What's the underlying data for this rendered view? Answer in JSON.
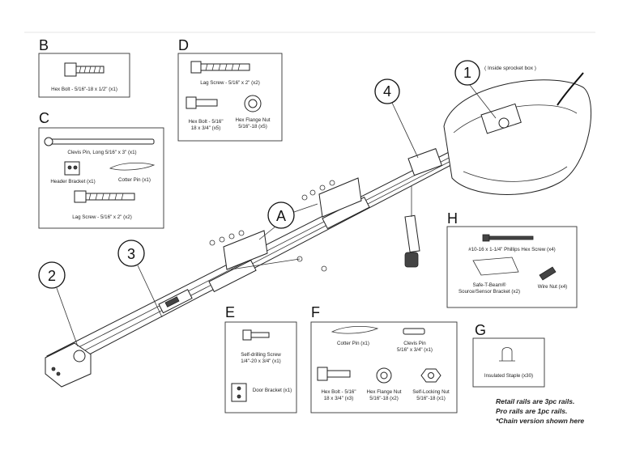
{
  "labels": {
    "B": "B",
    "C": "C",
    "D": "D",
    "E": "E",
    "F": "F",
    "G": "G",
    "H": "H",
    "A": "A",
    "n1": "1",
    "n2": "2",
    "n3": "3",
    "n4": "4"
  },
  "motor_note": "( Inside sprocket box )",
  "box_b": {
    "hex_bolt": "Hex Bolt - 5/16\"-18 x 1/2\" (x1)"
  },
  "box_c": {
    "clevis_pin": "Clevis Pin, Long 5/16\" x 3\" (x1)",
    "header_bracket": "Header Bracket (x1)",
    "cotter_pin": "Cotter Pin (x1)",
    "lag_screw": "Lag Screw - 5/16\" x 2\" (x2)"
  },
  "box_d": {
    "lag_screw": "Lag Screw - 5/16\" x 2\" (x2)",
    "hex_bolt_1": "Hex Bolt - 5/16\"",
    "hex_bolt_2": "18 x 3/4\" (x5)",
    "flange_nut_1": "Hex Flange Nut",
    "flange_nut_2": "5/16\"-18 (x5)"
  },
  "box_e": {
    "screw_1": "Self-drilling Screw",
    "screw_2": "1/4\"-20 x 3/4\" (x1)",
    "door_bracket": "Door Bracket (x1)"
  },
  "box_f": {
    "cotter_pin": "Cotter Pin (x1)",
    "clevis_pin_1": "Clevis Pin",
    "clevis_pin_2": "5/16\" x 3/4\" (x1)",
    "hex_bolt_1": "Hex Bolt - 5/16\"",
    "hex_bolt_2": "18 x 3/4\" (x3)",
    "flange_nut_1": "Hex Flange Nut",
    "flange_nut_2": "5/16\"-18 (x2)",
    "lock_nut_1": "Self-Locking Nut",
    "lock_nut_2": "5/16\"-18 (x1)"
  },
  "box_g": {
    "staple": "Insulated Staple (x30)"
  },
  "box_h": {
    "screw": "#10-16 x 1-1/4\" Phillips Hex Screw (x4)",
    "bracket_1": "Safe-T-Beam®",
    "bracket_2": "Source/Sensor Bracket (x2)",
    "wire_nut": "Wire Nut (x4)"
  },
  "notes": [
    "Retail rails are 3pc rails.",
    "Pro rails are 1pc rails.",
    "*Chain version shown here"
  ]
}
